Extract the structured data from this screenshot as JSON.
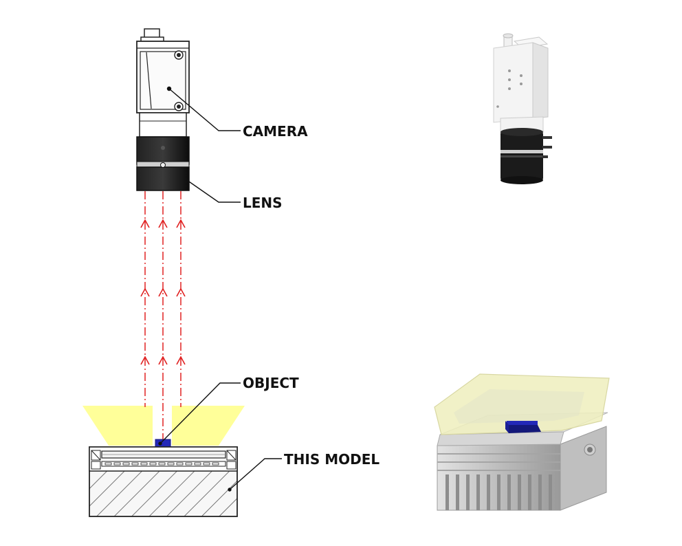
{
  "labels": {
    "camera": "CAMERA",
    "lens": "LENS",
    "object": "OBJECT",
    "this_model": "THIS MODEL"
  },
  "colors": {
    "ray": "#e02020",
    "light_cone": "#ffff99",
    "light_cone_3d": "#efeebd",
    "object": "#2328b8",
    "object_dark": "#14187a",
    "housing_outline": "#222222",
    "hatch": "#555555",
    "camera_body": "#f4f4f4",
    "lens_band": "#111111",
    "heatsink": "#c9c9c9"
  },
  "icons": {
    "ray_arrow": "open-chevron-up-arrow"
  }
}
